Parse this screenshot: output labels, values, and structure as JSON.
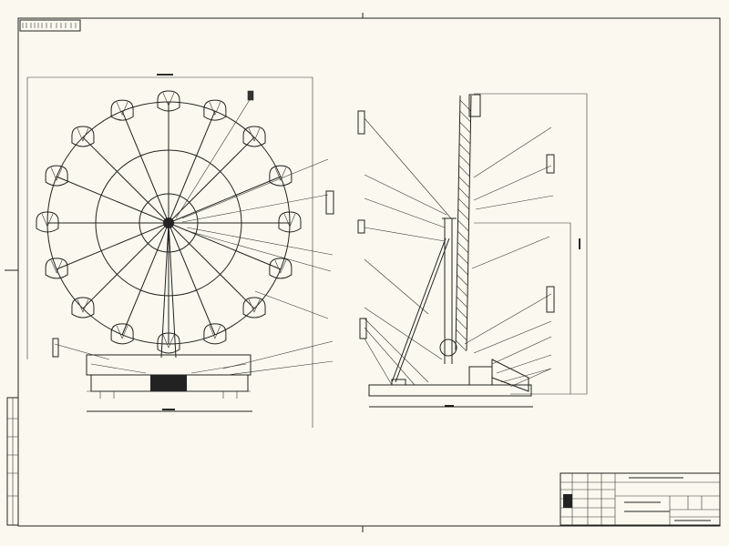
{
  "drawing": {
    "views": [
      "front-view",
      "side-view"
    ],
    "gondola_count": 16,
    "colors": {
      "paper": "#fbf9ef",
      "ink": "#222222"
    }
  },
  "stamps": {
    "top_left_code": "",
    "title_block_code": "",
    "title_block_name": ""
  }
}
